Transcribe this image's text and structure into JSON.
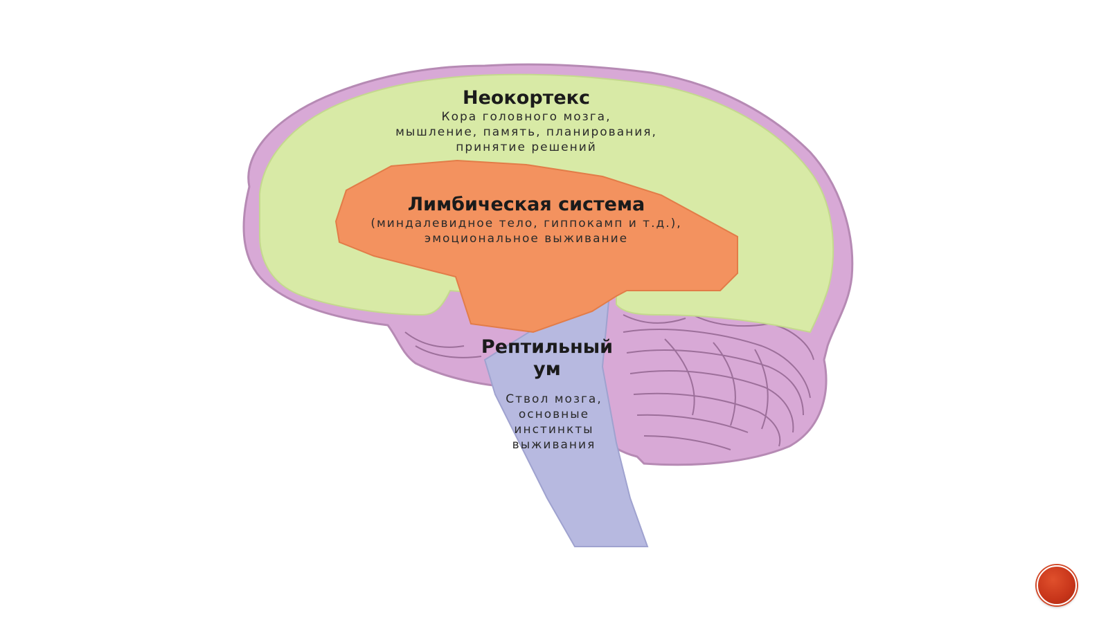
{
  "neocortex": {
    "title": "Неокортекс",
    "lines": [
      "Кора головного мозга,",
      "мышление, память, планирования,",
      "принятие решений"
    ],
    "color": "#d8eaa6"
  },
  "limbic": {
    "title": "Лимбическая система",
    "lines": [
      "(миндалевидное тело, гиппокамп и т.д.),",
      "эмоциональное выживание"
    ],
    "color": "#f3925f"
  },
  "reptilian": {
    "title_lines": [
      "Рептильный",
      "ум"
    ],
    "lines": [
      "Ствол мозга,",
      "основные",
      "инстинкты",
      "выживания"
    ],
    "color": "#b7b9e0"
  },
  "brain_outline_color": "#cfa5cf",
  "cerebellum_color": "#d9a9d8",
  "nav_button": {
    "icon": "circle-nav-icon",
    "color": "#c7351a"
  }
}
